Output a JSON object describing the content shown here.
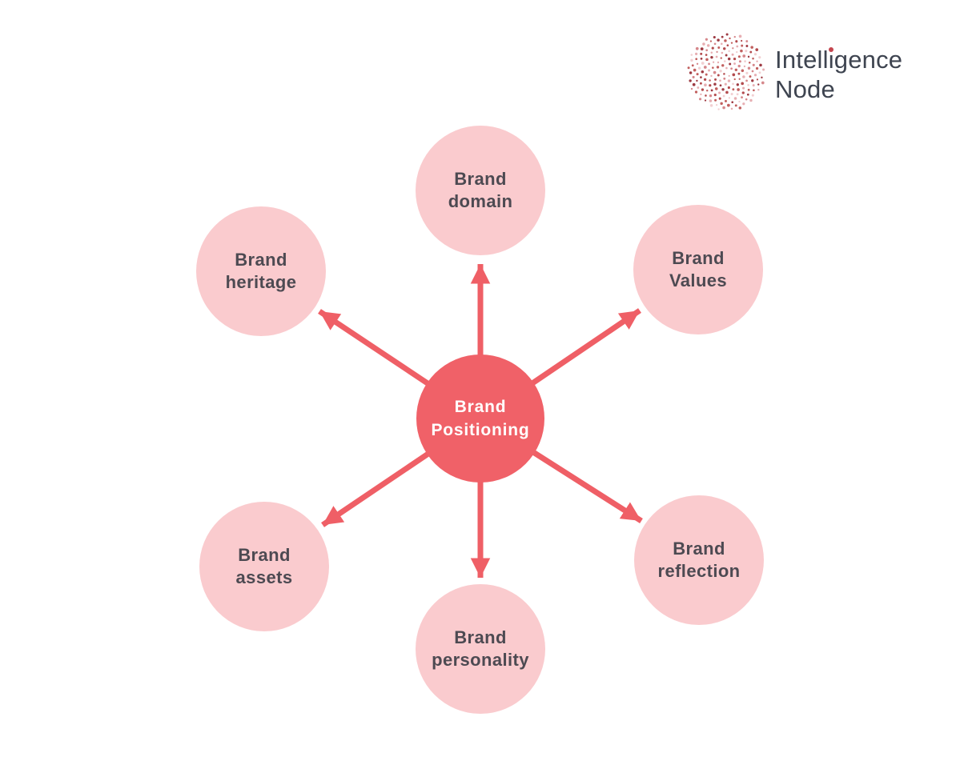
{
  "logo": {
    "brand_word_prefix": "Intell",
    "brand_word_dotted_i": "i",
    "brand_word_suffix": "gence",
    "brand_word_line2": "Node"
  },
  "colors": {
    "center_circle": "#F06168",
    "satellite_circle": "#FACBCE",
    "arrow": "#EF5F66",
    "label_text": "#4D4A52",
    "center_label_text": "#FFFFFF",
    "logo_text": "#3E4450",
    "logo_dot_red": "#C4454E",
    "logo_dot_palette": [
      "#9E3A42",
      "#B34B4E",
      "#C2605F",
      "#D6888C",
      "#E7AFB3",
      "#F2D0D2"
    ]
  },
  "diagram": {
    "center": {
      "label_line1": "Brand",
      "label_line2": "Positioning"
    },
    "satellites": [
      {
        "id": "brand-domain",
        "label_line1": "Brand",
        "label_line2": "domain"
      },
      {
        "id": "brand-values",
        "label_line1": "Brand",
        "label_line2": "Values"
      },
      {
        "id": "brand-heritage",
        "label_line1": "Brand",
        "label_line2": "heritage"
      },
      {
        "id": "brand-reflection",
        "label_line1": "Brand",
        "label_line2": "reflection"
      },
      {
        "id": "brand-assets",
        "label_line1": "Brand",
        "label_line2": "assets"
      },
      {
        "id": "brand-personality",
        "label_line1": "Brand",
        "label_line2": "personality"
      }
    ]
  }
}
